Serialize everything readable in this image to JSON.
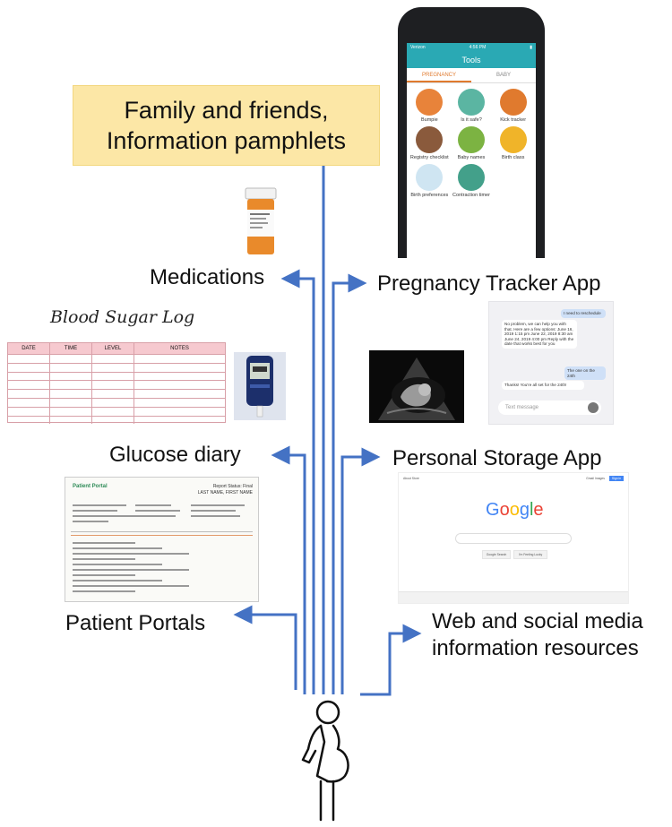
{
  "box": {
    "line1": "Family and friends,",
    "line2": "Information pamphlets",
    "color": "#fce7a6"
  },
  "labels": {
    "medications": "Medications",
    "glucose_diary": "Glucose diary",
    "patient_portals": "Patient Portals",
    "pregnancy_tracker": "Pregnancy Tracker App",
    "personal_storage": "Personal Storage App",
    "web_social_line1": "Web and social media",
    "web_social_line2": "information resources"
  },
  "arrow_color": "#4472c4",
  "phone": {
    "carrier": "Verizon",
    "time": "4:56 PM",
    "title": "Tools",
    "tabs": [
      "PREGNANCY",
      "BABY"
    ],
    "tools": [
      {
        "label": "Bumpie",
        "color": "#e8833a"
      },
      {
        "label": "Is it safe?",
        "color": "#5bb5a2"
      },
      {
        "label": "Kick tracker",
        "color": "#e07a2e"
      },
      {
        "label": "Registry checklist",
        "color": "#8a5a3c"
      },
      {
        "label": "Baby names",
        "color": "#7cb342"
      },
      {
        "label": "Birth class",
        "color": "#f0b429"
      },
      {
        "label": "Birth preferences",
        "color": "#cfe5f2"
      },
      {
        "label": "Contraction timer",
        "color": "#43a08a"
      }
    ]
  },
  "blood_sugar_log": {
    "title": "Blood Sugar Log",
    "columns": [
      "DATE",
      "TIME",
      "LEVEL",
      "NOTES"
    ]
  },
  "chat": {
    "messages": [
      {
        "side": "right",
        "text": "I need to reschedule"
      },
      {
        "side": "left",
        "text": "No problem, we can help you with that. Here are a few options: June 16, 2019 1:15 pm June 22, 2019 8:30 am June 24, 2019 4:00 pm Reply with the date that works best for you"
      },
      {
        "side": "right",
        "text": "The one on the 24th"
      },
      {
        "side": "left",
        "text": "Thanks! You're all set for the 24th!"
      }
    ],
    "input_placeholder": "Text message"
  },
  "portal": {
    "logo": "Patient Portal",
    "header_line1": "Report Status: Final",
    "header_line2": "LAST NAME, FIRST NAME"
  },
  "google": {
    "logo_letters": [
      {
        "ch": "G",
        "color": "#4285f4"
      },
      {
        "ch": "o",
        "color": "#ea4335"
      },
      {
        "ch": "o",
        "color": "#fbbc05"
      },
      {
        "ch": "g",
        "color": "#4285f4"
      },
      {
        "ch": "l",
        "color": "#34a853"
      },
      {
        "ch": "e",
        "color": "#ea4335"
      }
    ],
    "search_button": "Google Search",
    "lucky_button": "I'm Feeling Lucky",
    "top_left": "About   Store",
    "top_right": "Gmail   Images",
    "signin": "Sign in"
  }
}
